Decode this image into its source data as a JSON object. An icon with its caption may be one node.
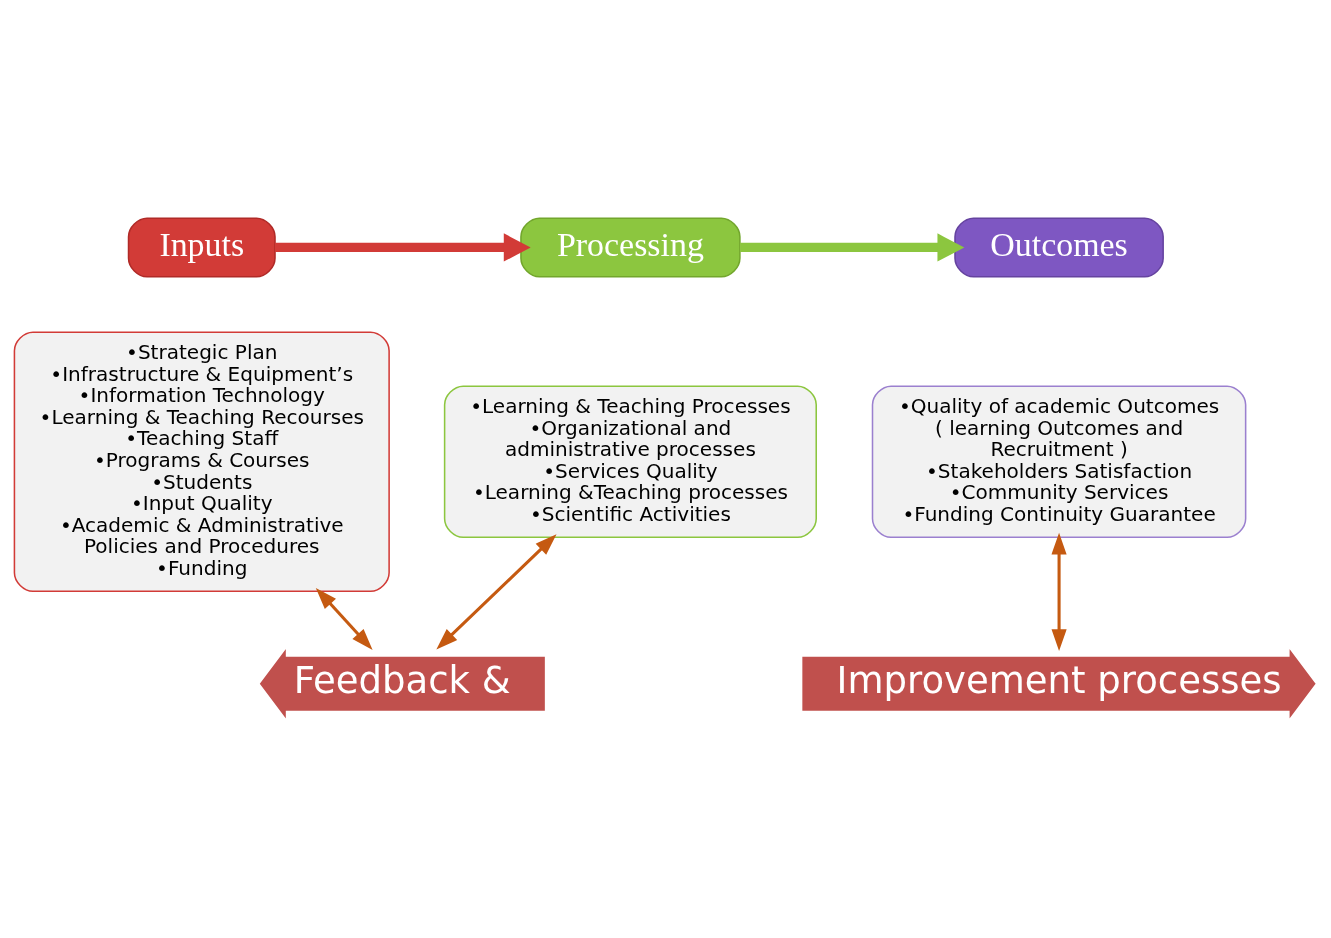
{
  "diagram": {
    "nodes": [
      {
        "text": [
          "Inputs"
        ]
      },
      {
        "text": [
          "•Strategic Plan",
          "•Infrastructure & Equipment’s",
          "•Information Technology",
          "•Learning & Teaching Recourses",
          "•Teaching Staff",
          "•Programs & Courses",
          "•Students",
          "•Input Quality",
          "•Academic & Administrative Policies and Procedures",
          "•Funding"
        ]
      },
      {
        "text": [
          "Processing"
        ]
      },
      {
        "text": [
          "•Learning & Teaching Processes",
          "•Organizational and administrative processes",
          "•Services Quality",
          "•Learning &Teaching processes",
          "•Scientific Activities"
        ]
      },
      {
        "text": [
          "Outcomes"
        ]
      },
      {
        "text": [
          "•Quality of academic Outcomes ( learning Outcomes and Recruitment )",
          "•Stakeholders Satisfaction",
          "•Community Services",
          "•Funding Continuity Guarantee"
        ]
      },
      {
        "text": [
          "Feedback &"
        ]
      },
      {
        "text": [
          "Improvement processes"
        ]
      }
    ],
    "edges": [
      {
        "from": 0,
        "to": 2,
        "arrow": "to",
        "style": "thick",
        "color": "#d23b37"
      },
      {
        "from": 2,
        "to": 4,
        "arrow": "to",
        "style": "thick",
        "color": "#8cc63f"
      },
      {
        "from": 1,
        "to": 6,
        "arrow": "both",
        "color": "#c55a11"
      },
      {
        "from": 3,
        "to": 6,
        "arrow": "both",
        "color": "#c55a11"
      },
      {
        "from": 5,
        "to": 7,
        "arrow": "both",
        "color": "#c55a11"
      }
    ]
  }
}
